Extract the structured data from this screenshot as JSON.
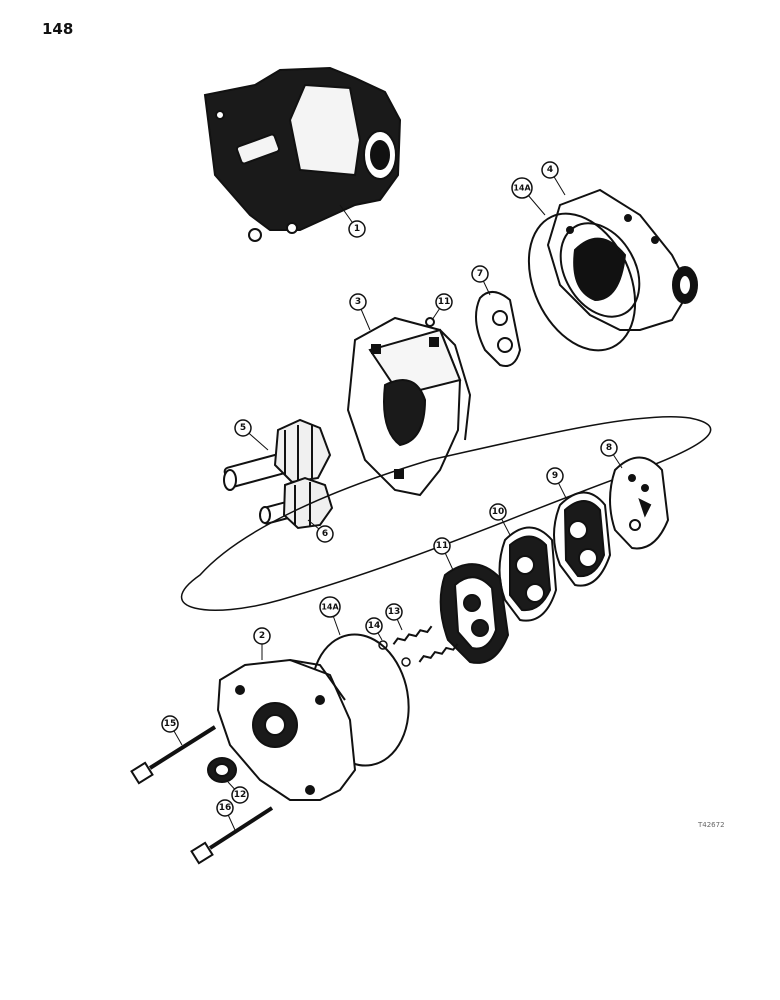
{
  "page": {
    "number": "148"
  },
  "reference_code": "T42672",
  "callouts": [
    "1",
    "4",
    "14A",
    "7",
    "3",
    "11",
    "5",
    "8",
    "9",
    "10",
    "6",
    "11",
    "2",
    "14A",
    "14",
    "13",
    "15",
    "12",
    "16"
  ],
  "colors": {
    "ink": "#111111",
    "paper": "#ffffff"
  }
}
